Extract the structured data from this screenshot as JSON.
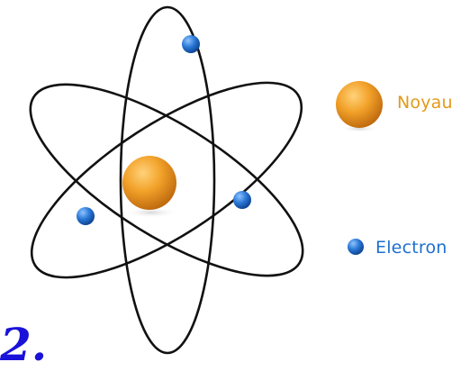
{
  "legend": {
    "nucleus": {
      "label": "Noyau",
      "color": "#e39a19",
      "icon": "orange-sphere-icon"
    },
    "electron": {
      "label": "Electron",
      "color": "#1e6fd0",
      "icon": "blue-sphere-icon"
    }
  },
  "diagram": {
    "orbit_color": "#111111",
    "nucleus_color": "#ee8f14",
    "electron_color": "#2a78d6"
  },
  "corner_glyph": {
    "text": "2.",
    "color": "#1a12d8"
  }
}
